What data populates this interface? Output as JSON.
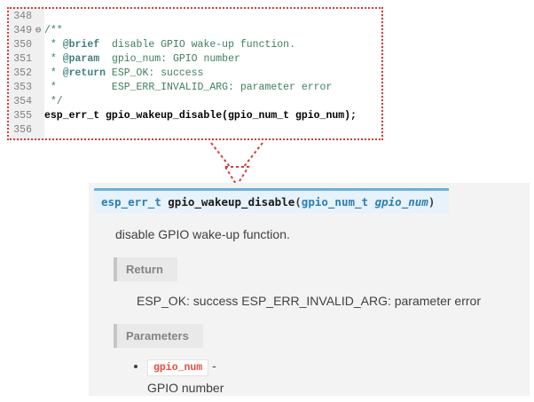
{
  "colors": {
    "highlight_border_red": "#d43a3a",
    "link_blue": "#2980b9",
    "signature_bg": "#e7f2fa",
    "signature_border_blue": "#6ab0de",
    "comment_green": "#3f7f5f",
    "doc_tag_teal": "#3f7f7f",
    "param_code_red": "#e74c3c",
    "docs_panel_bg": "#f3f3f3"
  },
  "editor": {
    "lines": [
      {
        "num": "348",
        "segments": []
      },
      {
        "num": "349",
        "fold": "⊖",
        "segments": [
          {
            "style": "comment",
            "text": "/**"
          }
        ]
      },
      {
        "num": "350",
        "segments": [
          {
            "style": "comment",
            "text": " * "
          },
          {
            "style": "tag",
            "text": "@brief"
          },
          {
            "style": "comment",
            "text": "  disable GPIO wake-up function."
          }
        ]
      },
      {
        "num": "351",
        "segments": [
          {
            "style": "comment",
            "text": " * "
          },
          {
            "style": "tag",
            "text": "@param"
          },
          {
            "style": "comment",
            "text": "  gpio_num: GPIO number"
          }
        ]
      },
      {
        "num": "352",
        "segments": [
          {
            "style": "comment",
            "text": " * "
          },
          {
            "style": "tag",
            "text": "@return"
          },
          {
            "style": "comment",
            "text": " ESP_OK: success"
          }
        ]
      },
      {
        "num": "353",
        "segments": [
          {
            "style": "comment",
            "text": " *         ESP_ERR_INVALID_ARG: parameter error"
          }
        ]
      },
      {
        "num": "354",
        "segments": [
          {
            "style": "comment",
            "text": " */"
          }
        ]
      },
      {
        "num": "355",
        "segments": [
          {
            "style": "code",
            "text": "esp_err_t gpio_wakeup_disable(gpio_num_t gpio_num);"
          }
        ]
      },
      {
        "num": "356",
        "segments": []
      }
    ]
  },
  "docs": {
    "signature": {
      "return_type": "esp_err_t",
      "name": "gpio_wakeup_disable",
      "open_paren": "(",
      "arg_type": "gpio_num_t",
      "arg_name": "gpio_num",
      "close_paren": ")"
    },
    "description": "disable GPIO wake-up function.",
    "return_section": {
      "label": "Return",
      "text": "ESP_OK: success ESP_ERR_INVALID_ARG: parameter error"
    },
    "parameters_section": {
      "label": "Parameters",
      "items": [
        {
          "name": "gpio_num",
          "separator": "-",
          "description": "GPIO number"
        }
      ]
    }
  }
}
